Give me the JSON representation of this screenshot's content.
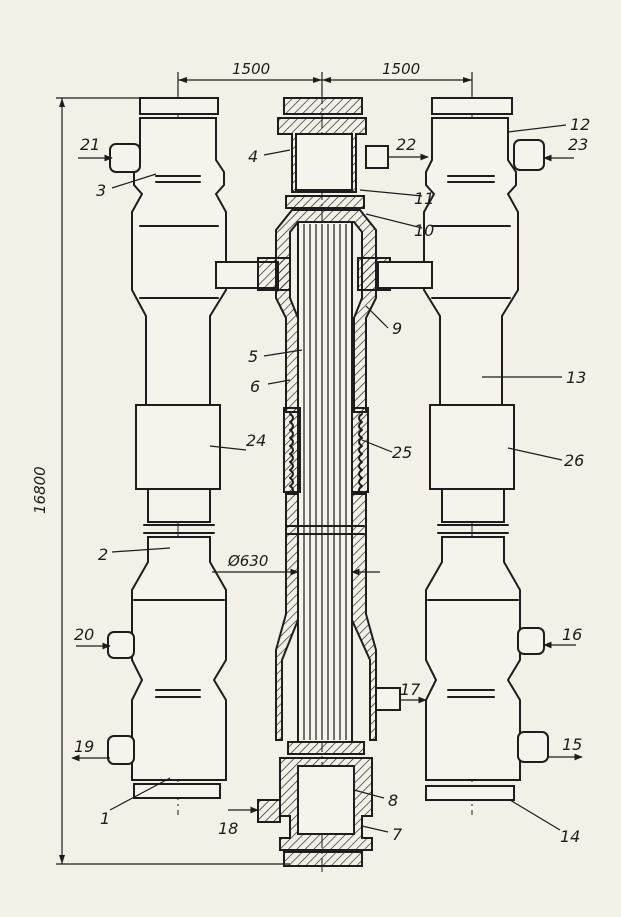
{
  "dimensions": {
    "left_spacing": "1500",
    "right_spacing": "1500",
    "total_height": "16800",
    "pipe_diameter": "Ø630"
  },
  "callouts": {
    "c1": "1",
    "c2": "2",
    "c3": "3",
    "c4": "4",
    "c5": "5",
    "c6": "6",
    "c7": "7",
    "c8": "8",
    "c9": "9",
    "c10": "10",
    "c11": "11",
    "c12": "12",
    "c13": "13",
    "c14": "14",
    "c15": "15",
    "c16": "16",
    "c17": "17",
    "c18": "18",
    "c19": "19",
    "c20": "20",
    "c21": "21",
    "c22": "22",
    "c23": "23",
    "c24": "24",
    "c25": "25",
    "c26": "26"
  }
}
